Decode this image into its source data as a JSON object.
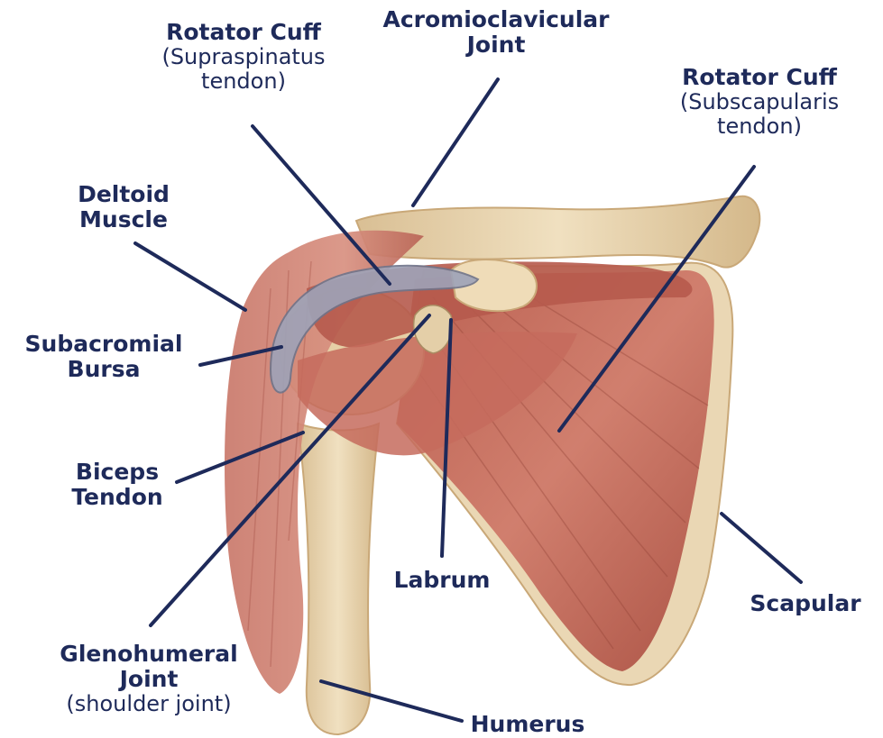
{
  "labels": {
    "rotator_cuff_supra": {
      "title": "Rotator Cuff",
      "sub": "(Supraspinatus tendon)"
    },
    "acromioclavicular": {
      "line1": "Acromioclavicular",
      "line2": "Joint"
    },
    "rotator_cuff_subscap": {
      "title": "Rotator Cuff",
      "sub1": "(Subscapularis",
      "sub2": "tendon)"
    },
    "deltoid": {
      "line1": "Deltoid",
      "line2": "Muscle"
    },
    "subacromial": {
      "line1": "Subacromial",
      "line2": "Bursa"
    },
    "biceps": {
      "line1": "Biceps",
      "line2": "Tendon"
    },
    "glenohumeral": {
      "line1": "Glenohumeral",
      "line2": "Joint",
      "sub": "(shoulder joint)"
    },
    "labrum": "Labrum",
    "scapular": "Scapular",
    "humerus": "Humerus",
    "supra_sub1": "(Supraspinatus",
    "supra_sub2": "tendon)"
  },
  "colors": {
    "label_text": "#1e2a5a",
    "leader_line": "#1e2a5a",
    "bone": "#e8d4ae",
    "muscle": "#c4685a",
    "muscle_dark": "#9a4338",
    "bursa": "#9ea3b8"
  }
}
